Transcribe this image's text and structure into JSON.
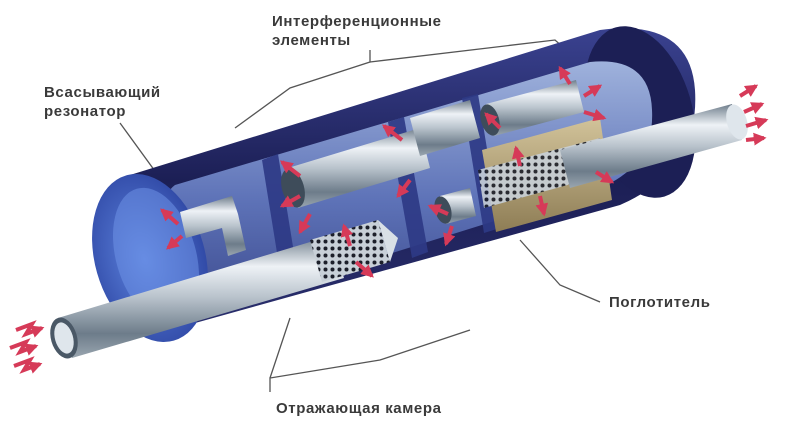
{
  "labels": {
    "interference": [
      "Интерференционные",
      "элементы"
    ],
    "resonator": [
      "Всасывающий",
      "резонатор"
    ],
    "absorber": "Поглотитель",
    "chamber": "Отражающая камера"
  },
  "colors": {
    "shell_dark": "#1c1f55",
    "shell_mid": "#3a4290",
    "end_cap": "#4a6fd0",
    "pipe_light": "#eef2f6",
    "pipe_dark": "#6d7c8a",
    "partition": "#2e3a86",
    "absorber_fill": "#b8a67a",
    "arrow": "#d63a58",
    "leader": "#555555"
  },
  "icons": [
    "flow-arrow-icon",
    "perforated-pipe-icon",
    "muffler-cutaway-icon"
  ]
}
